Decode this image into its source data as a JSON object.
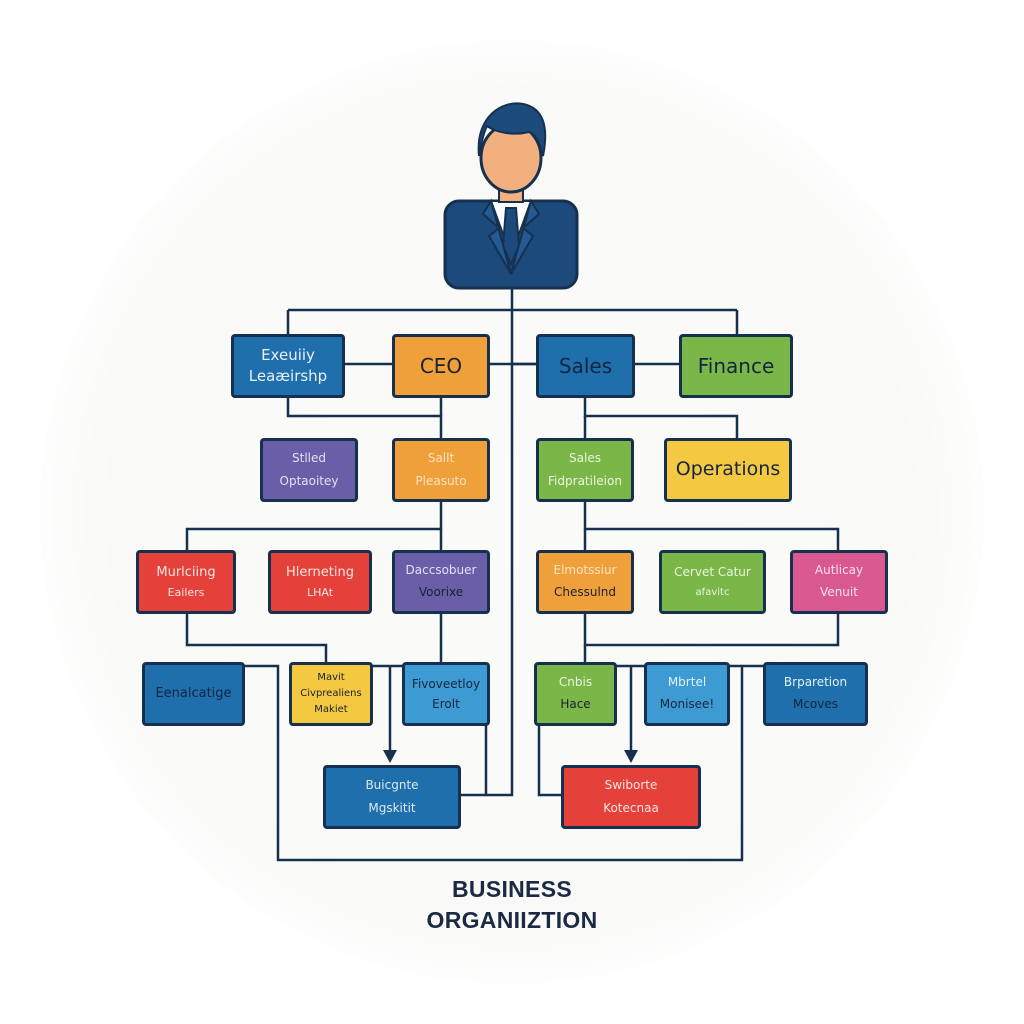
{
  "diagram": {
    "type": "org-chart",
    "title_line1": "BUSINESS",
    "title_line2": "ORGANIIZTION",
    "top_icon": "business-person-avatar-icon",
    "colors": {
      "line": "#16304f",
      "blue": "#1f6fad",
      "light_blue": "#3d9ad3",
      "orange": "#f0a03a",
      "green": "#7ab648",
      "yellow": "#f5c842",
      "purple": "#6a5ea8",
      "red": "#e5413b",
      "pink": "#d9588f",
      "avatar_suit": "#1c4a7a",
      "avatar_skin": "#f2b07f"
    },
    "level1": [
      {
        "l1": "Exeuiiy",
        "l2": "Leaæirshp"
      },
      {
        "l1": "CEO"
      },
      {
        "l1": "Sales"
      },
      {
        "l1": "Finance"
      }
    ],
    "level2": [
      {
        "l1": "Stlled",
        "l2": "Optaoitey"
      },
      {
        "l1": "Sallt",
        "l2": "Pleasuto"
      },
      {
        "l1": "Sales",
        "l2": "Fidpratileion"
      },
      {
        "l1": "Operations"
      }
    ],
    "level3": [
      {
        "l1": "Murlciing",
        "l2": "Eailers"
      },
      {
        "l1": "Hlerneting",
        "l2": "LHAt"
      },
      {
        "l1": "Daccsobuer",
        "l2": "Voorixe"
      },
      {
        "l1": "Elmotssiur",
        "l2": "Chessulnd"
      },
      {
        "l1": "Cervet Catur",
        "l2": "afavitc"
      },
      {
        "l1": "Autlicay",
        "l2": "Venuit"
      }
    ],
    "level4": [
      {
        "l1": "Eenalcatige"
      },
      {
        "l1": "Mavit",
        "l2": "Civprealiens",
        "l3": "Makiet"
      },
      {
        "l1": "Fivoveetloy",
        "l2": "Erolt"
      },
      {
        "l1": "Cnbis",
        "l2": "Hace"
      },
      {
        "l1": "Mbrtel",
        "l2": "Monisee!"
      },
      {
        "l1": "Brparetion",
        "l2": "Mcoves"
      }
    ],
    "level5": [
      {
        "l1": "Buicgnte",
        "l2": "Mgskitit"
      },
      {
        "l1": "Swiborte",
        "l2": "Kotecnaa"
      }
    ]
  }
}
